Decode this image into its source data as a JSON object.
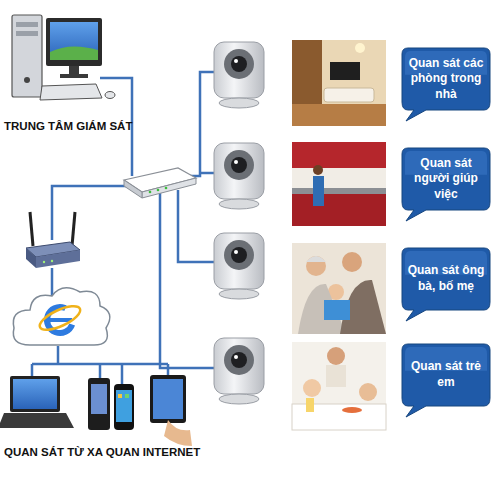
{
  "diagram": {
    "nodes": [
      {
        "text": [
          "TRUNG TÂM GIÁM SÁT"
        ]
      },
      {
        "text": [
          "QUAN SÁT TỪ XA QUAN INTERNET"
        ]
      },
      {
        "text": [
          "Quan sát các phòng trong nhà"
        ]
      },
      {
        "text": [
          "Quan sát người giúp việc"
        ]
      },
      {
        "text": [
          "Quan sát ông bà, bố mẹ"
        ]
      },
      {
        "text": [
          "Quan sát trẻ em"
        ]
      }
    ]
  }
}
